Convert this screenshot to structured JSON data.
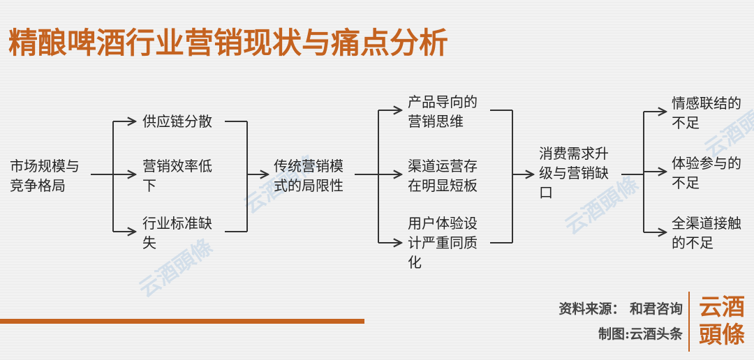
{
  "title": "精酿啤酒行业营销现状与痛点分析",
  "nodes": {
    "market": "市场规模与竞争格局",
    "supply": "供应链分散",
    "efficiency": "营销效率低下",
    "standard": "行业标准缺失",
    "traditional": "传统营销模式的局限性",
    "product": "产品导向的营销思维",
    "channel": "渠道运营存在明显短板",
    "experience": "用户体验设计严重同质化",
    "upgrade": "消费需求升级与营销缺口",
    "emotion": "情感联结的不足",
    "participation": "体验参与的不足",
    "omnichannel": "全渠道接触的不足"
  },
  "watermark": "云酒頭條",
  "source": {
    "line1": "资料来源： 和君咨询",
    "line2": "制图:云酒头条"
  },
  "logo": {
    "line1": "云酒",
    "line2": "頭條"
  },
  "colors": {
    "accent": "#c4621f",
    "connector": "#333333"
  }
}
